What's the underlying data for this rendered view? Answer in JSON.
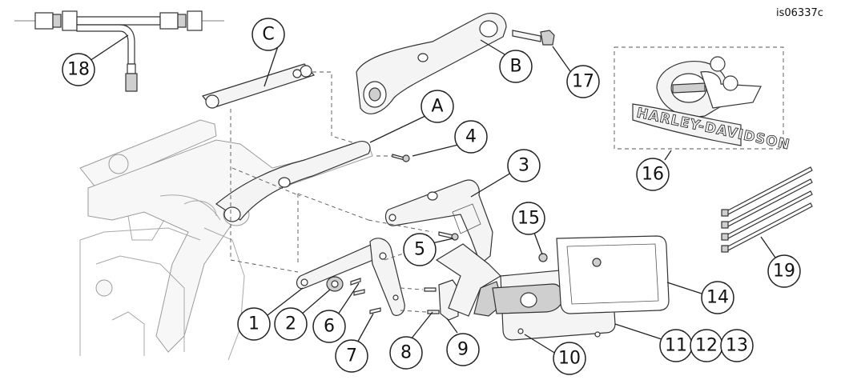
{
  "ref_code": "is06337c",
  "callouts": {
    "c1": "1",
    "c2": "2",
    "c3": "3",
    "c4": "4",
    "c5": "5",
    "c6": "6",
    "c7": "7",
    "c8": "8",
    "c9": "9",
    "c10": "10",
    "c11": "11",
    "c12": "12",
    "c13": "13",
    "c14": "14",
    "c15": "15",
    "c16": "16",
    "c17": "17",
    "c18": "18",
    "c19": "19",
    "cA": "A",
    "cB": "B",
    "cC": "C"
  },
  "emblem_text": "HARLEY-DAVIDSON"
}
